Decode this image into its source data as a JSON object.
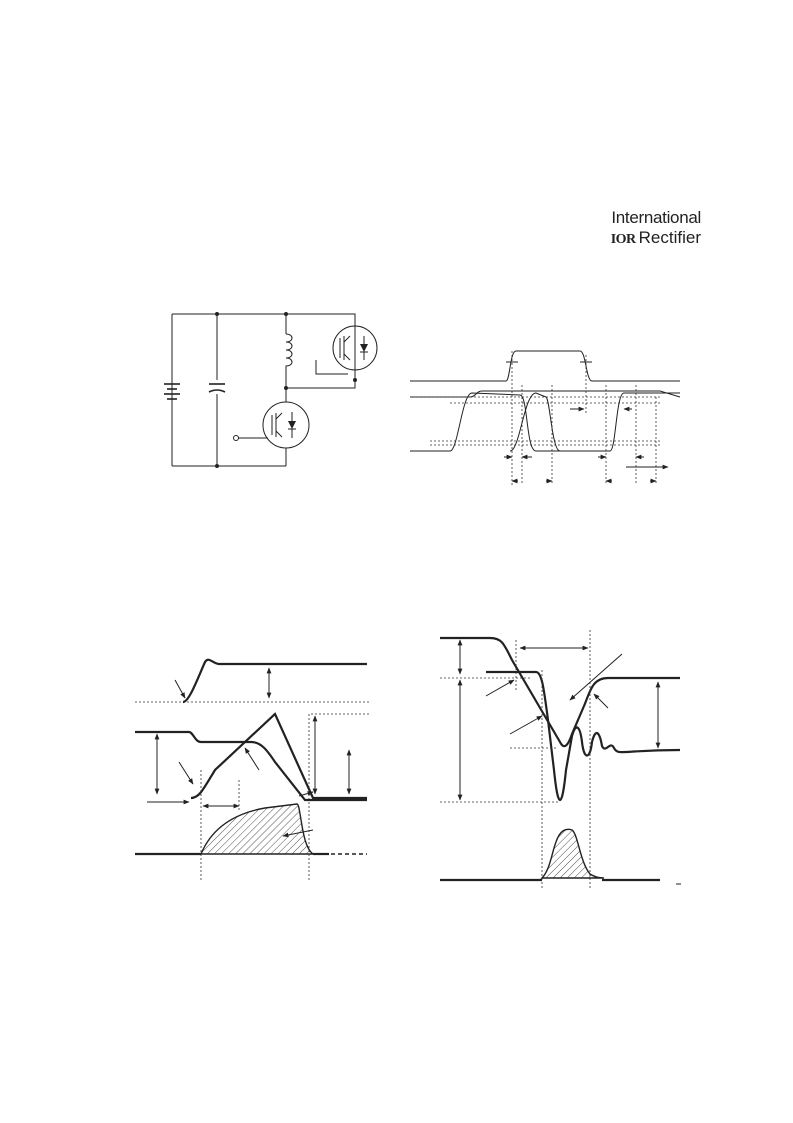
{
  "logo": {
    "line1": "International",
    "line2_mark": "IOR",
    "line2_text": "Rectifier"
  }
}
